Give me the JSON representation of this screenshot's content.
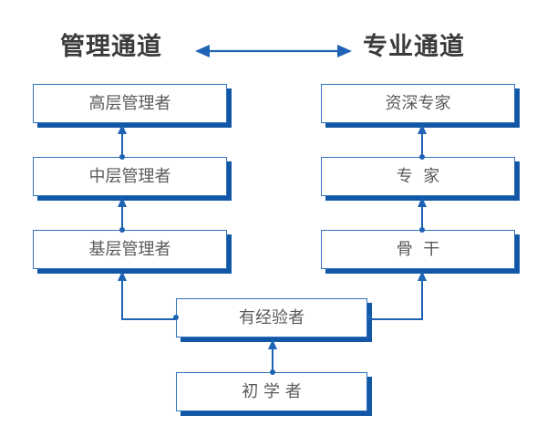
{
  "diagram": {
    "title_left": "管理通道",
    "title_right": "专业通道",
    "accent_color": "#1f63b5",
    "shadow_color": "#1257a5",
    "border_color": "#2f73c0",
    "text_color": "#5a5a5a",
    "header_color": "#3b3b3b",
    "top_connector": "double-headed-arrow"
  },
  "management_track": {
    "header": "管理通道",
    "levels": [
      {
        "label": "高层管理者",
        "rank": 3
      },
      {
        "label": "中层管理者",
        "rank": 2
      },
      {
        "label": "基层管理者",
        "rank": 1
      }
    ]
  },
  "professional_track": {
    "header": "专业通道",
    "levels": [
      {
        "label": "资深专家",
        "rank": 3
      },
      {
        "label": "专  家",
        "rank": 2
      },
      {
        "label": "骨  干",
        "rank": 1
      }
    ]
  },
  "common_base": {
    "levels": [
      {
        "label": "有经验者",
        "rank": 2
      },
      {
        "label": "初 学 者",
        "rank": 1
      }
    ]
  }
}
